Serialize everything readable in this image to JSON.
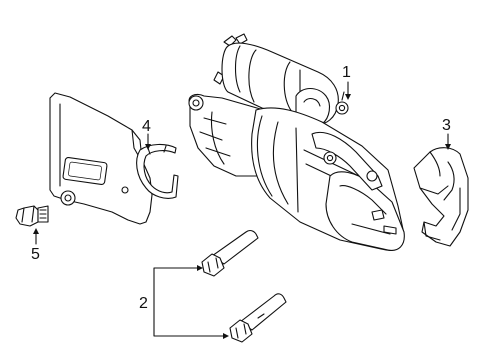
{
  "callouts": [
    {
      "id": "starter",
      "number": "1"
    },
    {
      "id": "bolts",
      "number": "2"
    },
    {
      "id": "cover",
      "number": "3"
    },
    {
      "id": "clip",
      "number": "4"
    },
    {
      "id": "bolt",
      "number": "5"
    }
  ]
}
